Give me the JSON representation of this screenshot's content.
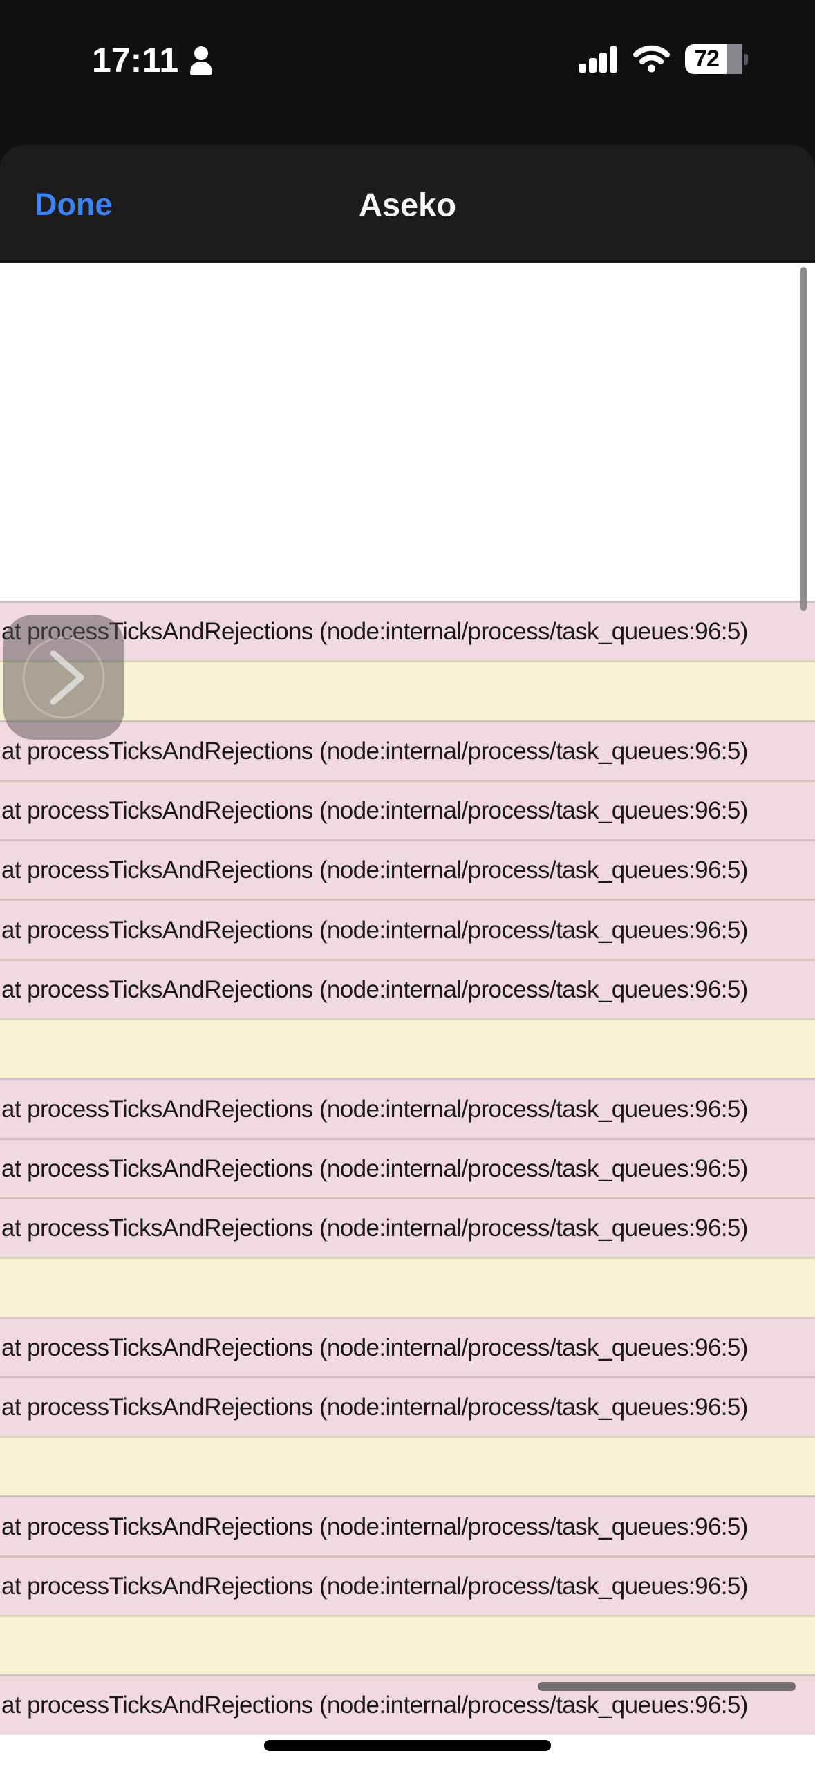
{
  "status_bar": {
    "time": "17:11",
    "battery_percent": "72"
  },
  "nav_bar": {
    "done_label": "Done",
    "title": "Aseko"
  },
  "log_view": {
    "error_line": "at processTicksAndRejections (node:internal/process/task_queues:96:5)",
    "rows": [
      {
        "kind": "error",
        "text": "at processTicksAndRejections (node:internal/process/task_queues:96:5)"
      },
      {
        "kind": "warning",
        "text": ""
      },
      {
        "kind": "error",
        "text": "at processTicksAndRejections (node:internal/process/task_queues:96:5)"
      },
      {
        "kind": "error",
        "text": "at processTicksAndRejections (node:internal/process/task_queues:96:5)"
      },
      {
        "kind": "error",
        "text": "at processTicksAndRejections (node:internal/process/task_queues:96:5)"
      },
      {
        "kind": "error",
        "text": "at processTicksAndRejections (node:internal/process/task_queues:96:5)"
      },
      {
        "kind": "error",
        "text": "at processTicksAndRejections (node:internal/process/task_queues:96:5)"
      },
      {
        "kind": "warning",
        "text": ""
      },
      {
        "kind": "error",
        "text": "at processTicksAndRejections (node:internal/process/task_queues:96:5)"
      },
      {
        "kind": "error",
        "text": "at processTicksAndRejections (node:internal/process/task_queues:96:5)"
      },
      {
        "kind": "error",
        "text": "at processTicksAndRejections (node:internal/process/task_queues:96:5)"
      },
      {
        "kind": "warning",
        "text": ""
      },
      {
        "kind": "error",
        "text": "at processTicksAndRejections (node:internal/process/task_queues:96:5)"
      },
      {
        "kind": "error",
        "text": "at processTicksAndRejections (node:internal/process/task_queues:96:5)"
      },
      {
        "kind": "warning",
        "text": ""
      },
      {
        "kind": "error",
        "text": "at processTicksAndRejections (node:internal/process/task_queues:96:5)"
      },
      {
        "kind": "error",
        "text": "at processTicksAndRejections (node:internal/process/task_queues:96:5)"
      },
      {
        "kind": "warning",
        "text": ""
      },
      {
        "kind": "error",
        "text": "at processTicksAndRejections (node:internal/process/task_queues:96:5)"
      }
    ]
  },
  "colors": {
    "accent_blue": "#3F82F2",
    "error_row_bg": "#F0DAE0",
    "warning_row_bg": "#F8F3D3",
    "sheet_bg": "#1C1C1E",
    "backdrop": "#101012",
    "scrollbar_gray": "#8E8E8E"
  }
}
